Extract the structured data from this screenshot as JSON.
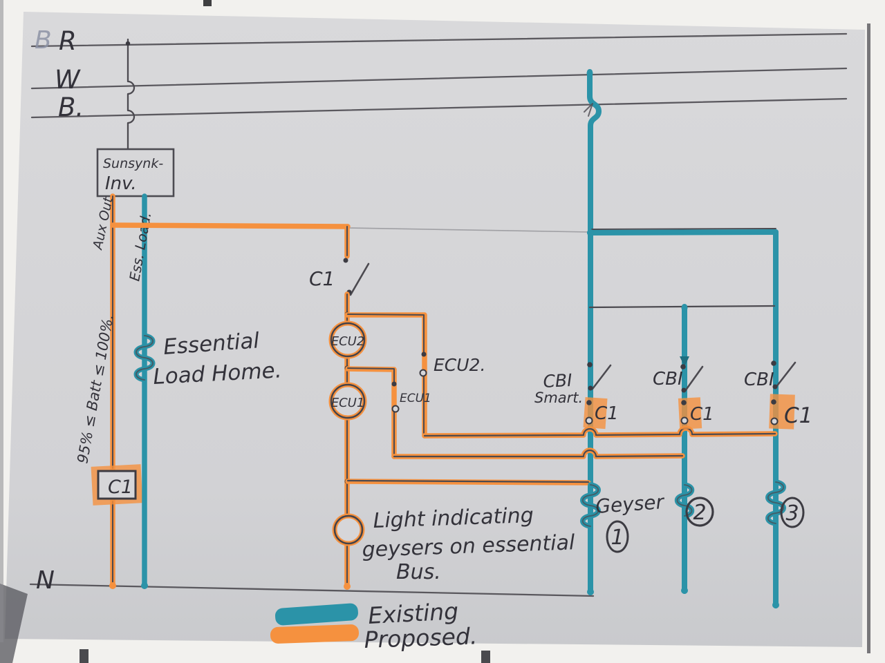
{
  "buses": {
    "faded_b": "B",
    "r": "R",
    "w": "W",
    "b": "B.",
    "n": "N"
  },
  "inverter": {
    "line1": "Sunsynk-",
    "line2": "Inv."
  },
  "aux": {
    "label": "Aux Out",
    "batt": "95% ≤ Batt ≤ 100%.",
    "contactor": "C1"
  },
  "ess": {
    "label": "Ess. Load.",
    "name1": "Essential",
    "name2": "Load Home."
  },
  "ctrl": {
    "sw": "C1",
    "coil2": "ECU2",
    "coil1": "ECU1",
    "contact2": "ECU2.",
    "contact1": "ECU1"
  },
  "feeders": [
    {
      "cbi1": "CBI",
      "cbi2": "Smart.",
      "c1": "C1",
      "load": "Geyser",
      "num": "1"
    },
    {
      "cbi1": "CBI",
      "c1": "C1",
      "num": "2"
    },
    {
      "cbi1": "CBI",
      "c1": "C1",
      "num": "3"
    }
  ],
  "note": {
    "l1": "Light indicating",
    "l2": "geysers on essential",
    "l3": "Bus."
  },
  "legend": {
    "existing": "Existing",
    "proposed": "Proposed."
  },
  "colors": {
    "existing_teal": "#2b93a8",
    "proposed_orange": "#f5913f",
    "pencil": "#4c4a50",
    "ink": "#33323a",
    "paper": "#d6d6d9"
  }
}
